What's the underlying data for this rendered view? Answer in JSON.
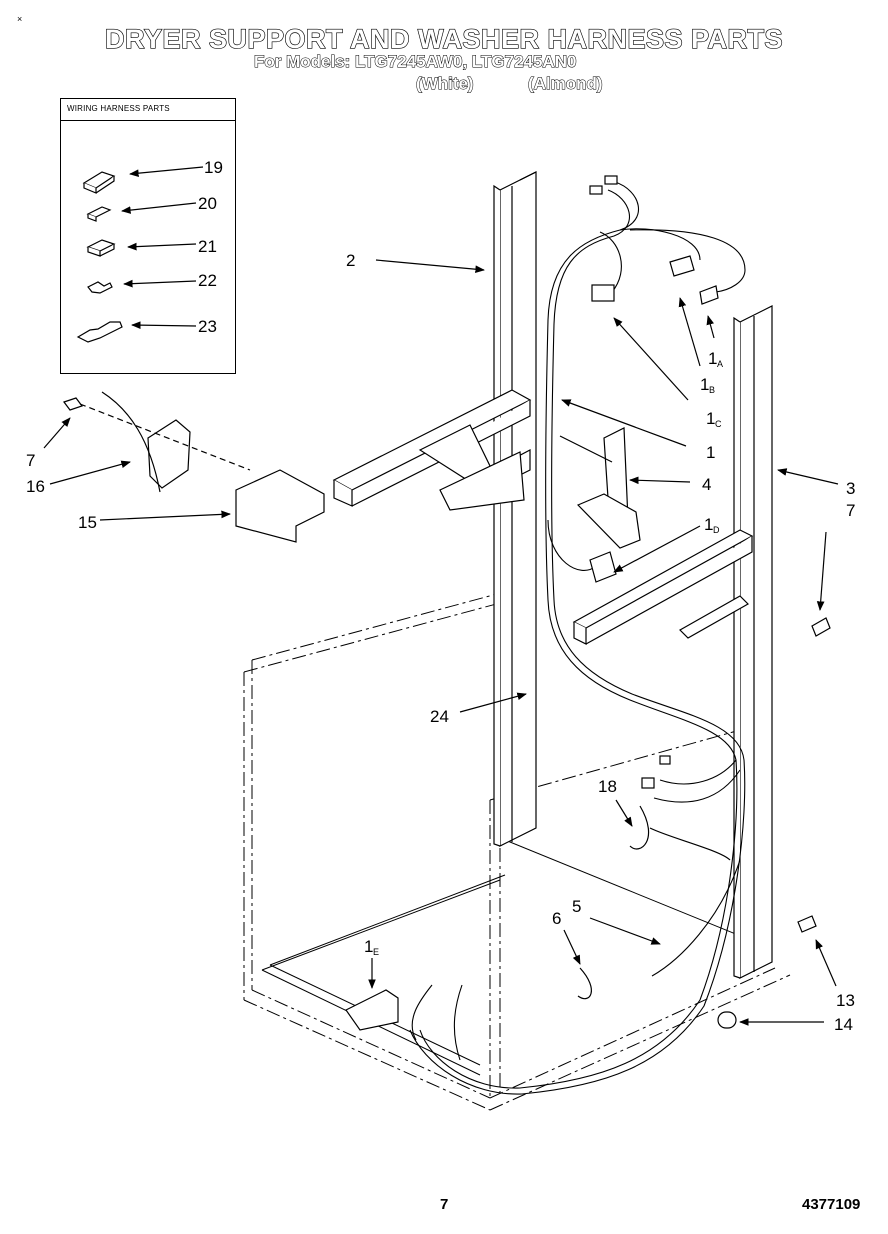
{
  "header": {
    "title": "DRYER SUPPORT AND WASHER HARNESS PARTS",
    "models_line": "For Models: LTG7245AW0, LTG7245AN0",
    "color_white": "(White)",
    "color_almond": "(Almond)",
    "corner_mark": "×"
  },
  "inset": {
    "heading": "WIRING HARNESS PARTS",
    "items": [
      "19",
      "20",
      "21",
      "22",
      "23"
    ]
  },
  "callouts": {
    "c1": "1",
    "c1a": "1",
    "c1a_sub": "A",
    "c1b": "1",
    "c1b_sub": "B",
    "c1c": "1",
    "c1c_sub": "C",
    "c1d": "1",
    "c1d_sub": "D",
    "c1e": "1",
    "c1e_sub": "E",
    "c2": "2",
    "c3": "3",
    "c4": "4",
    "c5": "5",
    "c6": "6",
    "c7_left": "7",
    "c7_right": "7",
    "c13": "13",
    "c14": "14",
    "c15": "15",
    "c16": "16",
    "c18": "18",
    "c24": "24"
  },
  "footer": {
    "page_number": "7",
    "doc_number": "4377109"
  }
}
